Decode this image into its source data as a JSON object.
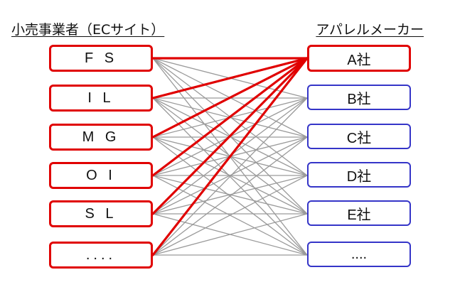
{
  "headers": {
    "left": "小売事業者（ECサイト）",
    "right": "アパレルメーカー"
  },
  "retailers": [
    "F S",
    "I L",
    "M G",
    "O I",
    "S L",
    "...."
  ],
  "makers": [
    "A社",
    "B社",
    "C社",
    "D社",
    "E社",
    "...."
  ],
  "highlighted_maker_index": 0,
  "colors": {
    "highlight": "#e00000",
    "maker_border": "#3535c8",
    "link": "#9a9a9a"
  }
}
